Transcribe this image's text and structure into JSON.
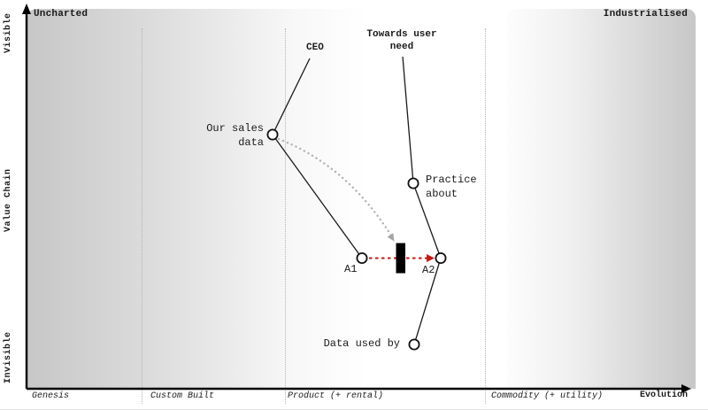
{
  "diagram": {
    "type": "wardley-map",
    "axis": {
      "y_label": "Value Chain",
      "y_top_label": "Visible",
      "y_bottom_label": "Invisible",
      "x_label": "Evolution",
      "region_top_left": "Uncharted",
      "region_top_right": "Industrialised",
      "stages": [
        "Genesis",
        "Custom Built",
        "Product (+ rental)",
        "Commodity (+ utility)"
      ]
    },
    "nodes": {
      "ceo": {
        "label": "CEO"
      },
      "towards_user_need": {
        "lines": [
          "Towards user",
          "need"
        ]
      },
      "our_sales_data": {
        "lines": [
          "Our sales",
          "data"
        ]
      },
      "practice_about": {
        "lines": [
          "Practice",
          "about"
        ]
      },
      "a1": {
        "label": "A1"
      },
      "a2": {
        "label": "A2"
      },
      "data_used_by": {
        "label": "Data used by"
      }
    },
    "edges": [
      {
        "from": "ceo",
        "to": "our_sales_data"
      },
      {
        "from": "our_sales_data",
        "to": "a1"
      },
      {
        "from": "towards_user_need",
        "to": "practice_about"
      },
      {
        "from": "practice_about",
        "to": "a2"
      },
      {
        "from": "a2",
        "to": "data_used_by"
      }
    ],
    "movement": {
      "from": "a1",
      "to": "a2",
      "blocked_by": "inertia-bar"
    },
    "evolution_curve": {
      "from": "our_sales_data",
      "to": "inertia-bar"
    },
    "colors": {
      "movement_arrow_red": "#c41a12",
      "curve_gray": "#b3b3b3",
      "curve_arrow_gray": "#a5a5a5",
      "inertia_bar_black": "#000000",
      "line_black": "#1a1a1a",
      "gradient_gray": "#c7c7c7"
    }
  }
}
